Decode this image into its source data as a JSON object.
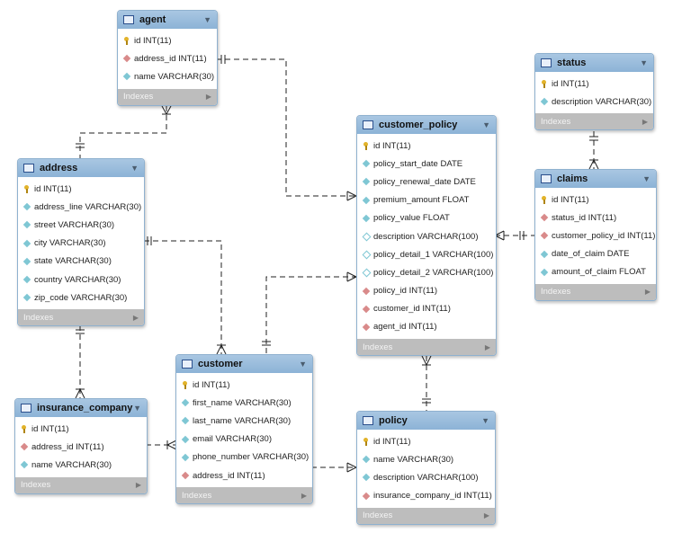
{
  "index_label": "Indexes",
  "tables": {
    "agent": {
      "name": "agent",
      "columns": [
        {
          "label": "id INT(11)",
          "key": "pk"
        },
        {
          "label": "address_id INT(11)",
          "key": "fk"
        },
        {
          "label": "name VARCHAR(30)",
          "key": "col"
        }
      ]
    },
    "address": {
      "name": "address",
      "columns": [
        {
          "label": "id INT(11)",
          "key": "pk"
        },
        {
          "label": "address_line VARCHAR(30)",
          "key": "col"
        },
        {
          "label": "street VARCHAR(30)",
          "key": "col"
        },
        {
          "label": "city VARCHAR(30)",
          "key": "col"
        },
        {
          "label": "state VARCHAR(30)",
          "key": "col"
        },
        {
          "label": "country VARCHAR(30)",
          "key": "col"
        },
        {
          "label": "zip_code VARCHAR(30)",
          "key": "col"
        }
      ]
    },
    "insurance_company": {
      "name": "insurance_company",
      "columns": [
        {
          "label": "id INT(11)",
          "key": "pk"
        },
        {
          "label": "address_id INT(11)",
          "key": "fk"
        },
        {
          "label": "name VARCHAR(30)",
          "key": "col"
        }
      ]
    },
    "customer": {
      "name": "customer",
      "columns": [
        {
          "label": "id INT(11)",
          "key": "pk"
        },
        {
          "label": "first_name VARCHAR(30)",
          "key": "col"
        },
        {
          "label": "last_name VARCHAR(30)",
          "key": "col"
        },
        {
          "label": "email VARCHAR(30)",
          "key": "col"
        },
        {
          "label": "phone_number VARCHAR(30)",
          "key": "col"
        },
        {
          "label": "address_id INT(11)",
          "key": "fk"
        }
      ]
    },
    "customer_policy": {
      "name": "customer_policy",
      "columns": [
        {
          "label": "id INT(11)",
          "key": "pk"
        },
        {
          "label": "policy_start_date DATE",
          "key": "col"
        },
        {
          "label": "policy_renewal_date DATE",
          "key": "col"
        },
        {
          "label": "premium_amount FLOAT",
          "key": "col"
        },
        {
          "label": "policy_value FLOAT",
          "key": "col"
        },
        {
          "label": "description VARCHAR(100)",
          "key": "nul"
        },
        {
          "label": "policy_detail_1 VARCHAR(100)",
          "key": "nul"
        },
        {
          "label": "policy_detail_2 VARCHAR(100)",
          "key": "nul"
        },
        {
          "label": "policy_id INT(11)",
          "key": "fk"
        },
        {
          "label": "customer_id INT(11)",
          "key": "fk"
        },
        {
          "label": "agent_id INT(11)",
          "key": "fk"
        }
      ]
    },
    "policy": {
      "name": "policy",
      "columns": [
        {
          "label": "id INT(11)",
          "key": "pk"
        },
        {
          "label": "name VARCHAR(30)",
          "key": "col"
        },
        {
          "label": "description VARCHAR(100)",
          "key": "col"
        },
        {
          "label": "insurance_company_id INT(11)",
          "key": "fk"
        }
      ]
    },
    "status": {
      "name": "status",
      "columns": [
        {
          "label": "id INT(11)",
          "key": "pk"
        },
        {
          "label": "description VARCHAR(30)",
          "key": "col"
        }
      ]
    },
    "claims": {
      "name": "claims",
      "columns": [
        {
          "label": "id INT(11)",
          "key": "pk"
        },
        {
          "label": "status_id INT(11)",
          "key": "fk"
        },
        {
          "label": "customer_policy_id INT(11)",
          "key": "fk"
        },
        {
          "label": "date_of_claim DATE",
          "key": "col"
        },
        {
          "label": "amount_of_claim FLOAT",
          "key": "col"
        }
      ]
    }
  }
}
